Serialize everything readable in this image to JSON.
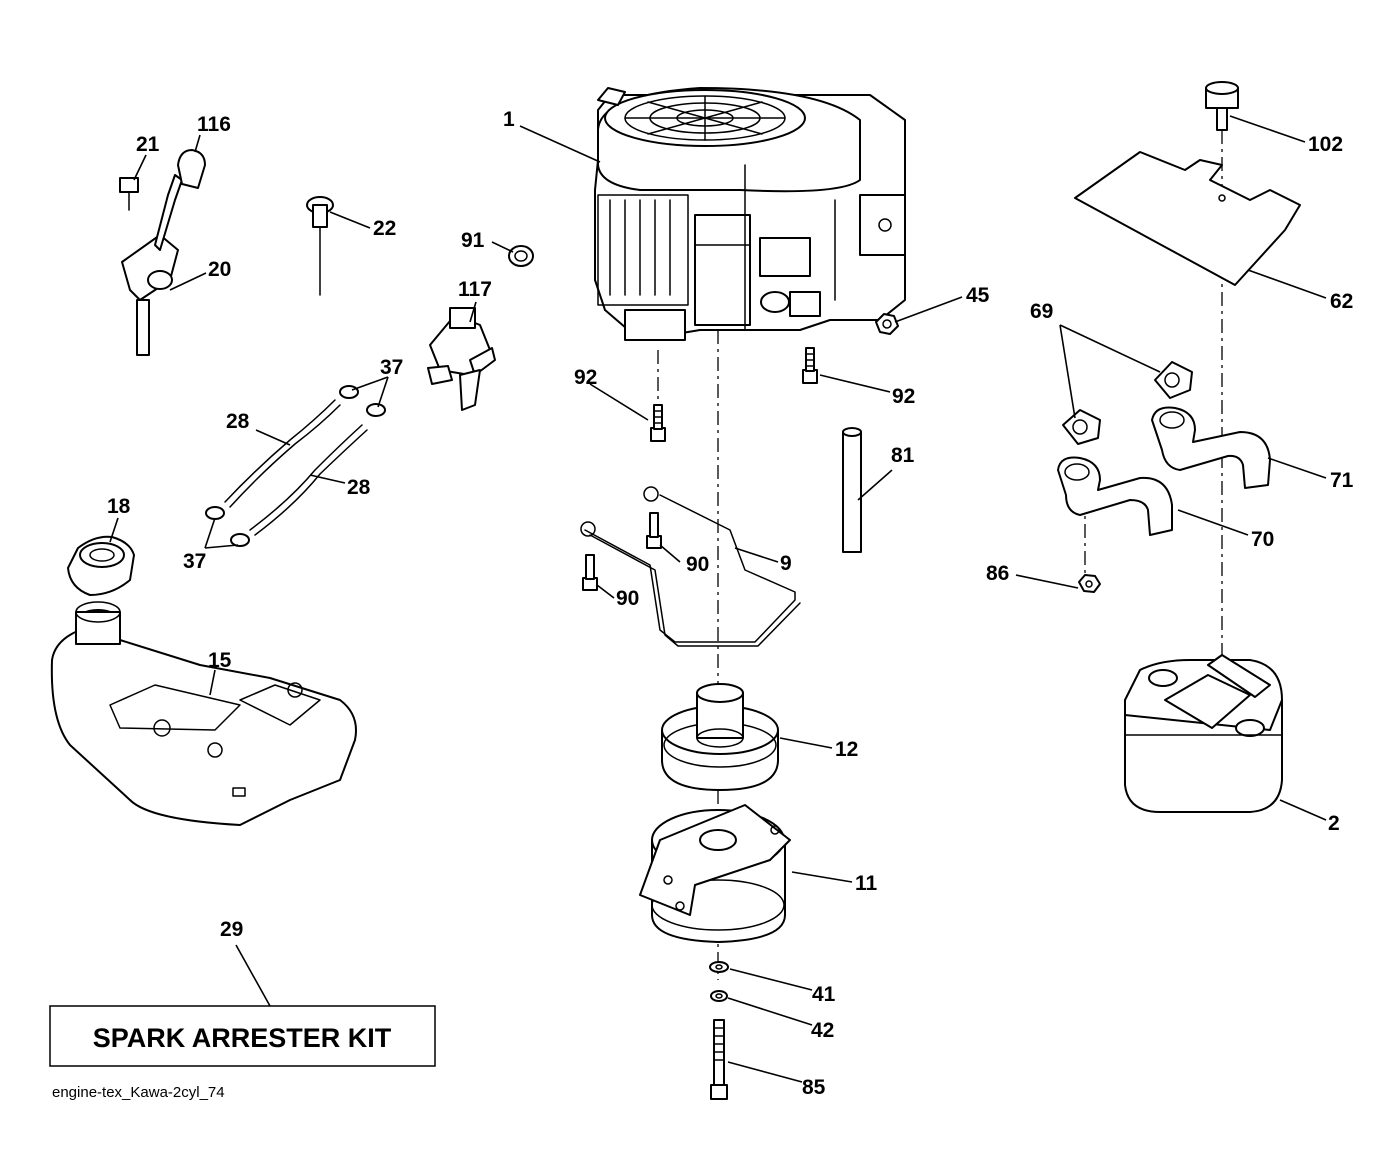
{
  "callouts": {
    "engine": "1",
    "muffler": "2",
    "oil_drain_tube": "9",
    "clutch": "11",
    "pulley": "12",
    "fuel_tank": "15",
    "fuel_cap": "18",
    "throttle_bracket": "20",
    "throttle_bolt": "21",
    "dipstick": "22",
    "fuel_hose_upper": "28",
    "fuel_hose_lower": "28",
    "spark_arrester": "29",
    "hose_clamp_upper": "37",
    "hose_clamp_lower": "37",
    "washer_41": "41",
    "washer_42": "42",
    "nut_45": "45",
    "heat_shield": "62",
    "gasket": "69",
    "exhaust_pipe_left": "70",
    "exhaust_pipe_right": "71",
    "vent_tube": "81",
    "bolt_85": "85",
    "nut_86": "86",
    "bolt_90_right": "90",
    "bolt_90_left": "90",
    "plug_91": "91",
    "bolt_92_left": "92",
    "bolt_92_right": "92",
    "knob_102": "102",
    "knob_116": "116",
    "fuel_valve": "117"
  },
  "kit_label": "SPARK ARRESTER KIT",
  "reference": "engine-tex_Kawa-2cyl_74"
}
